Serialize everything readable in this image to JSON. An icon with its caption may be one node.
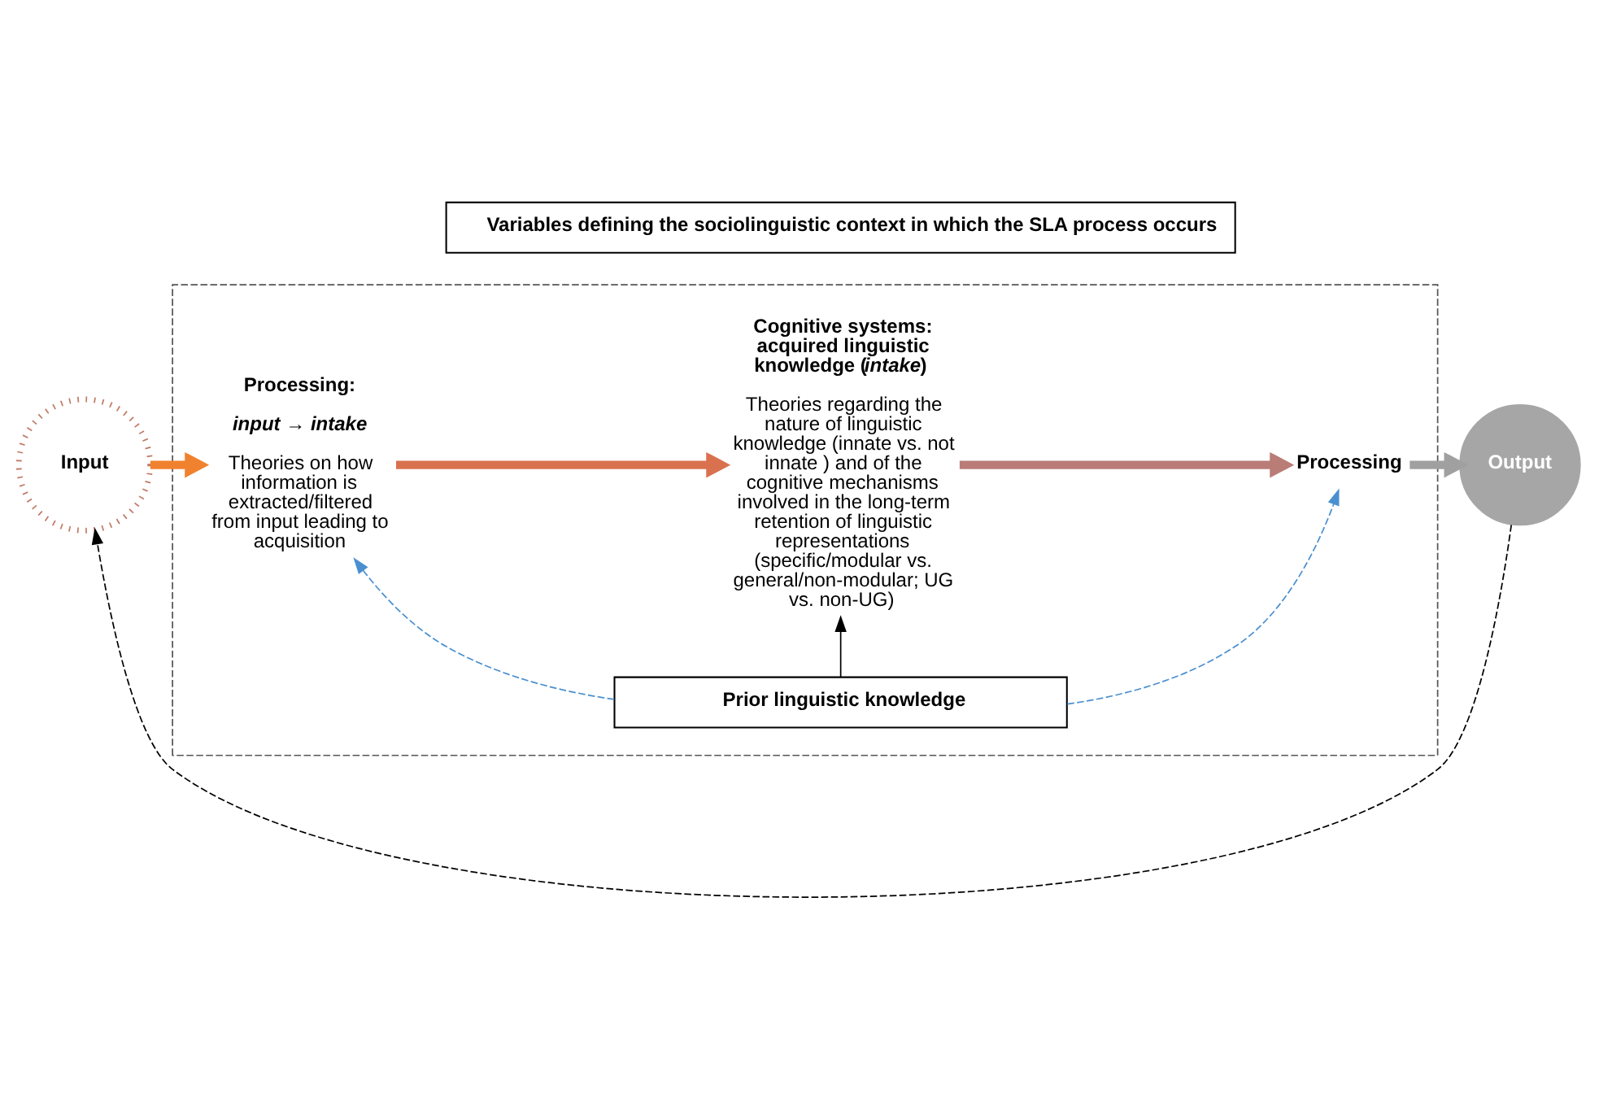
{
  "diagram": {
    "nodes": [
      {
        "text": [],
        "shape": "box"
      },
      {
        "text": [
          "Input"
        ]
      },
      {
        "text": [
          "Prior linguistic knowledge"
        ],
        "in": 0
      },
      {
        "text": [
          "Processing:",
          "input → intake",
          "Theories on how information is extracted/filtered from input leading to acquisition"
        ],
        "in": 0
      },
      {
        "text": [
          "Cognitive systems: acquired linguistic knowledge (*intake*)",
          "Theories regarding the nature of linguistic knowledge (innate vs. not innate ) and of the cognitive mechanisms involved in the long-term retention of linguistic representations (specific/modular vs. general/non-modular; UG vs. non-UG)"
        ],
        "in": 0
      },
      {
        "text": [
          "Processing"
        ],
        "in": 0
      },
      {
        "text": [
          "Output"
        ]
      },
      {
        "text": [
          "Variables defining the sociolinguistic context in which the SLA process occurs"
        ]
      }
    ],
    "edges": [
      {
        "from": 1,
        "to": 3,
        "arrow": "to",
        "style": "thick",
        "color": "#f0822f"
      },
      {
        "from": 3,
        "to": 4,
        "arrow": "to",
        "style": "thick",
        "color": "#d9714f"
      },
      {
        "from": 4,
        "to": 5,
        "arrow": "to",
        "style": "thick",
        "color": "#b97c77"
      },
      {
        "from": 5,
        "to": 6,
        "arrow": "to",
        "style": "thick",
        "color": "#a0a0a0"
      },
      {
        "from": 2,
        "to": 3,
        "arrow": "to",
        "style": "dashed",
        "color": "#4a90d0"
      },
      {
        "from": 2,
        "to": 4,
        "arrow": "to",
        "color": "#000000"
      },
      {
        "from": 2,
        "to": 5,
        "arrow": "to",
        "style": "dashed",
        "color": "#4a90d0"
      },
      {
        "from": 6,
        "to": 1,
        "arrow": "to",
        "style": "dashed",
        "color": "#000000"
      }
    ]
  }
}
